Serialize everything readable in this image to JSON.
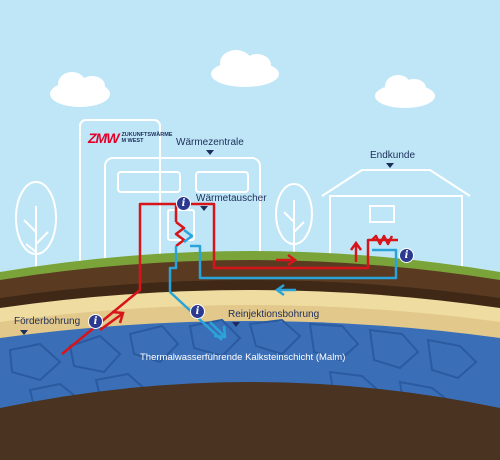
{
  "labels": {
    "waermezentrale": "Wärmezentrale",
    "waermetauscher": "Wärmetauscher",
    "endkunde": "Endkunde",
    "foerderbohrung": "Förderbohrung",
    "reinjektionsbohrung": "Reinjektionsbohrung",
    "kalksteinschicht": "Thermalwasserführende Kalksteinschicht (Malm)"
  },
  "logo": {
    "mark": "ZMW",
    "line1": "ZUKUNFTSWÄRME",
    "line2": "M WEST"
  },
  "info_glyph": "i",
  "colors": {
    "sky": "#bfe6f7",
    "hot_pipe": "#d7141a",
    "cold_pipe": "#2aa4d8",
    "label": "#1d2e5a",
    "info": "#2b3990",
    "grass": "#7aa43a",
    "soil": "#5a3b22",
    "sand": "#efdca0",
    "aquifer": "#3a6fb8",
    "deep": "#4a3320"
  }
}
